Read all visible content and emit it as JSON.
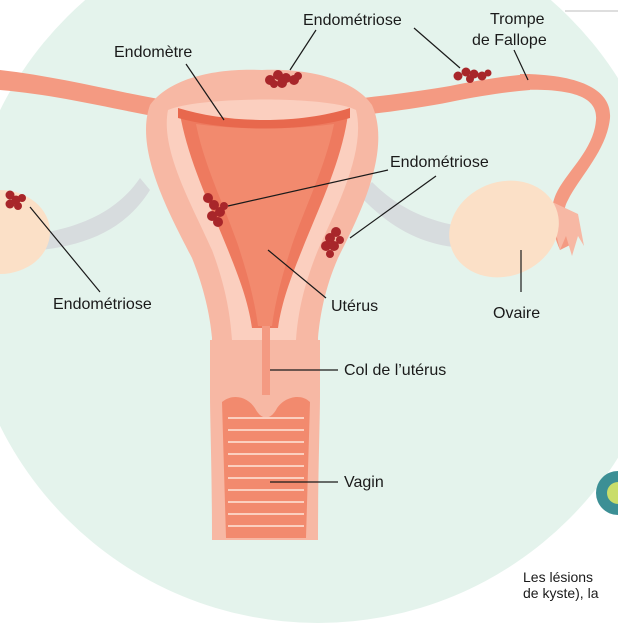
{
  "labels": {
    "endometre": "Endomètre",
    "endometriose_top": "Endométriose",
    "trompe_line1": "Trompe",
    "trompe_line2": "de Fallope",
    "endometriose_mid": "Endométriose",
    "endometriose_left": "Endométriose",
    "uterus": "Utérus",
    "ovaire": "Ovaire",
    "col": "Col de l’utérus",
    "vagin": "Vagin"
  },
  "caption": {
    "line1": "Les lésions",
    "line2": "de kyste), la"
  },
  "colors": {
    "background_circle": "#e4f3ec",
    "tissue": "#f7b8a4",
    "tissue_light": "#fbcfbf",
    "lining": "#ee7a5f",
    "tube": "#f49a82",
    "ovary": "#fbe0c7",
    "ligament": "#d7dcde",
    "lesion": "#a8262a",
    "badge_outer": "#3c8f95",
    "badge_inner": "#c9dd6a"
  }
}
